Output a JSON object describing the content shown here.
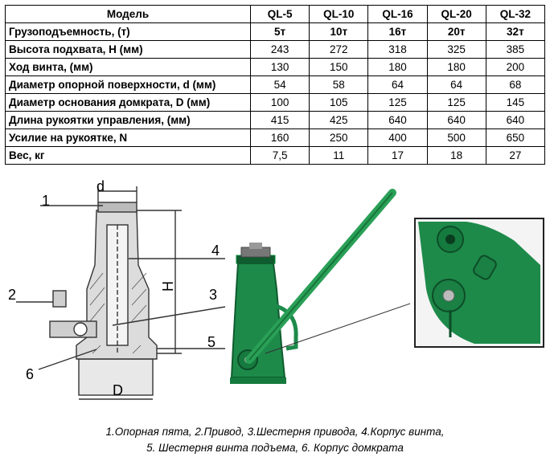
{
  "table": {
    "header": [
      "Модель",
      "QL-5",
      "QL-10",
      "QL-16",
      "QL-20",
      "QL-32"
    ],
    "rows": [
      {
        "label": "Грузоподъемность, (т)",
        "values": [
          "5т",
          "10т",
          "16т",
          "20т",
          "32т"
        ]
      },
      {
        "label": "Высота подхвата, H (мм)",
        "values": [
          "243",
          "272",
          "318",
          "325",
          "385"
        ]
      },
      {
        "label": "Ход винта, (мм)",
        "values": [
          "130",
          "150",
          "180",
          "180",
          "200"
        ]
      },
      {
        "label": "Диаметр опорной поверхности,  d (мм)",
        "values": [
          "54",
          "58",
          "64",
          "64",
          "68"
        ]
      },
      {
        "label": "Диаметр основания домкрата, D (мм)",
        "values": [
          "100",
          "105",
          "125",
          "125",
          "145"
        ]
      },
      {
        "label": "Длина рукоятки управления, (мм)",
        "values": [
          "415",
          "425",
          "640",
          "640",
          "640"
        ]
      },
      {
        "label": "Усилие на рукоятке, N",
        "values": [
          "160",
          "250",
          "400",
          "500",
          "650"
        ]
      },
      {
        "label": "Вес, кг",
        "values": [
          "7,5",
          "11",
          "17",
          "18",
          "27"
        ]
      }
    ]
  },
  "drawing": {
    "labels": {
      "d": "d",
      "D": "D",
      "H": "H"
    },
    "callouts": [
      "1",
      "2",
      "3",
      "4",
      "5",
      "6"
    ]
  },
  "caption": {
    "line1": "1.Опорная пята, 2.Привод, 3.Шестерня привода, 4.Корпус винта,",
    "line2": "5. Шестерня винта подъема,  6. Корпус домкрата"
  },
  "colors": {
    "jack_green": "#1d8a4a",
    "jack_dark": "#0f5c2e",
    "handle": "#2aa057",
    "drawing_line": "#333333"
  }
}
